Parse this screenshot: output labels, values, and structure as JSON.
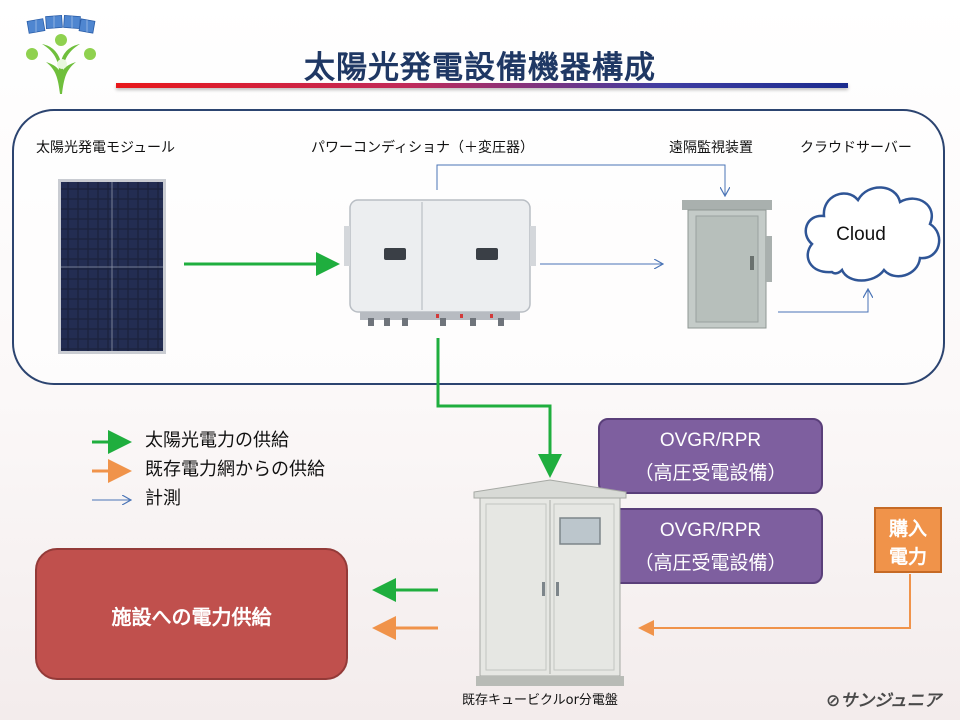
{
  "title": "太陽光発電設備機器構成",
  "labels": {
    "module": "太陽光発電モジュール",
    "pcs": "パワーコンディショナ（＋変圧器）",
    "monitor": "遠隔監視装置",
    "cloud_server": "クラウドサーバー",
    "cloud": "Cloud",
    "cubicle": "既存キュービクルor分電盤"
  },
  "legend": {
    "solar_supply": "太陽光電力の供給",
    "grid_supply": "既存電力網からの供給",
    "measurement": "計測"
  },
  "ovgr_boxes": [
    {
      "line1": "OVGR/RPR",
      "line2": "（高圧受電設備）"
    },
    {
      "line1": "OVGR/RPR",
      "line2": "（高圧受電設備）"
    }
  ],
  "purchase": {
    "line1": "購入",
    "line2": "電力"
  },
  "facility": "施設への電力供給",
  "brand": "サンジュニア",
  "colors": {
    "solar_arrow": "#1fae3e",
    "grid_arrow": "#f0934a",
    "measure_arrow": "#4a74b6",
    "title": "#1f3864",
    "ovgr": "#7e5f9f",
    "facility": "#c0504d",
    "purchase": "#f0934a"
  }
}
